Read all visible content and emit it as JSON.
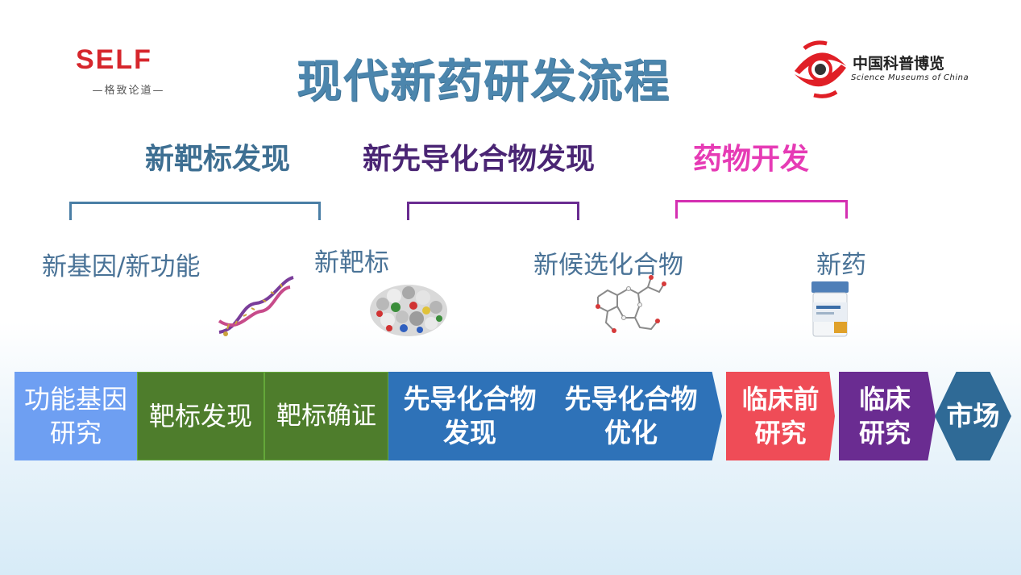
{
  "logos": {
    "self": {
      "word": "SELF",
      "tagline": "—格致论道—"
    },
    "museum": {
      "name": "中国科普博览",
      "english": "Science Museums of China"
    }
  },
  "title": "现代新药研发流程",
  "phases": [
    {
      "label": "新靶标发现",
      "color": "#3e6f92"
    },
    {
      "label": "新先导化合物发现",
      "color": "#4a2574"
    },
    {
      "label": "药物开发",
      "color": "#e63bb5"
    }
  ],
  "milestones": [
    {
      "label": "新基因/新功能",
      "icon": "dna-icon"
    },
    {
      "label": "新靶标",
      "icon": "protein-icon"
    },
    {
      "label": "新候选化合物",
      "icon": "molecule-icon"
    },
    {
      "label": "新药",
      "icon": "medicine-bottle-icon"
    }
  ],
  "stages": [
    {
      "line1": "功能基因",
      "line2": "研究",
      "color": "#6e9ff2"
    },
    {
      "line1": "靶标发现",
      "color": "#4e7d2c"
    },
    {
      "line1": "靶标确证",
      "color": "#4e7d2c"
    },
    {
      "line1": "先导化合物",
      "line2": "发现",
      "color": "#2e72b8"
    },
    {
      "line1": "先导化合物",
      "line2": "优化",
      "color": "#2e72b8"
    },
    {
      "line1": "临床前",
      "line2": "研究",
      "color": "#ef4c57"
    },
    {
      "line1": "临床",
      "line2": "研究",
      "color": "#6a2c91"
    },
    {
      "line1": "市场",
      "color": "#2f6a96"
    }
  ]
}
